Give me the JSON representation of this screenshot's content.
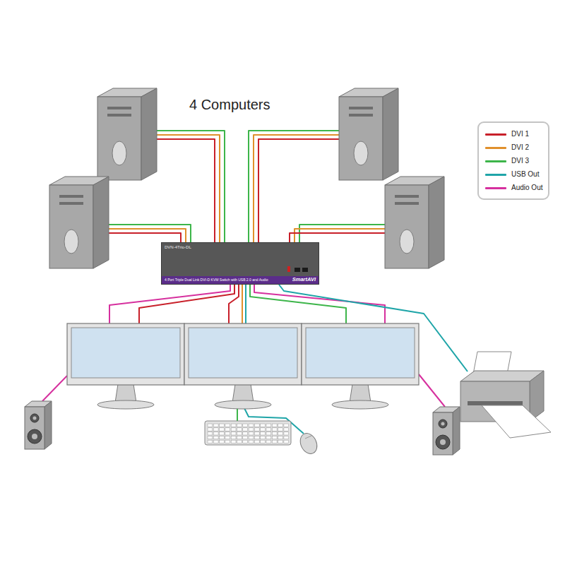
{
  "diagram": {
    "title": "4 Computers",
    "nodes": [
      {
        "text": [
          "DVN-4Trio-DL",
          "4 Port Triple Dual Link DVI-D KVM Switch with USB 2.0 and Audio",
          "SmartAVI"
        ]
      }
    ],
    "legend": [
      {
        "text": "DVI 1",
        "color": "#c8202a"
      },
      {
        "text": "DVI 2",
        "color": "#e0902c"
      },
      {
        "text": "DVI 3",
        "color": "#3db54a"
      },
      {
        "text": "USB Out",
        "color": "#1fa5a8"
      },
      {
        "text": "Audio Out",
        "color": "#d6309e"
      }
    ]
  }
}
